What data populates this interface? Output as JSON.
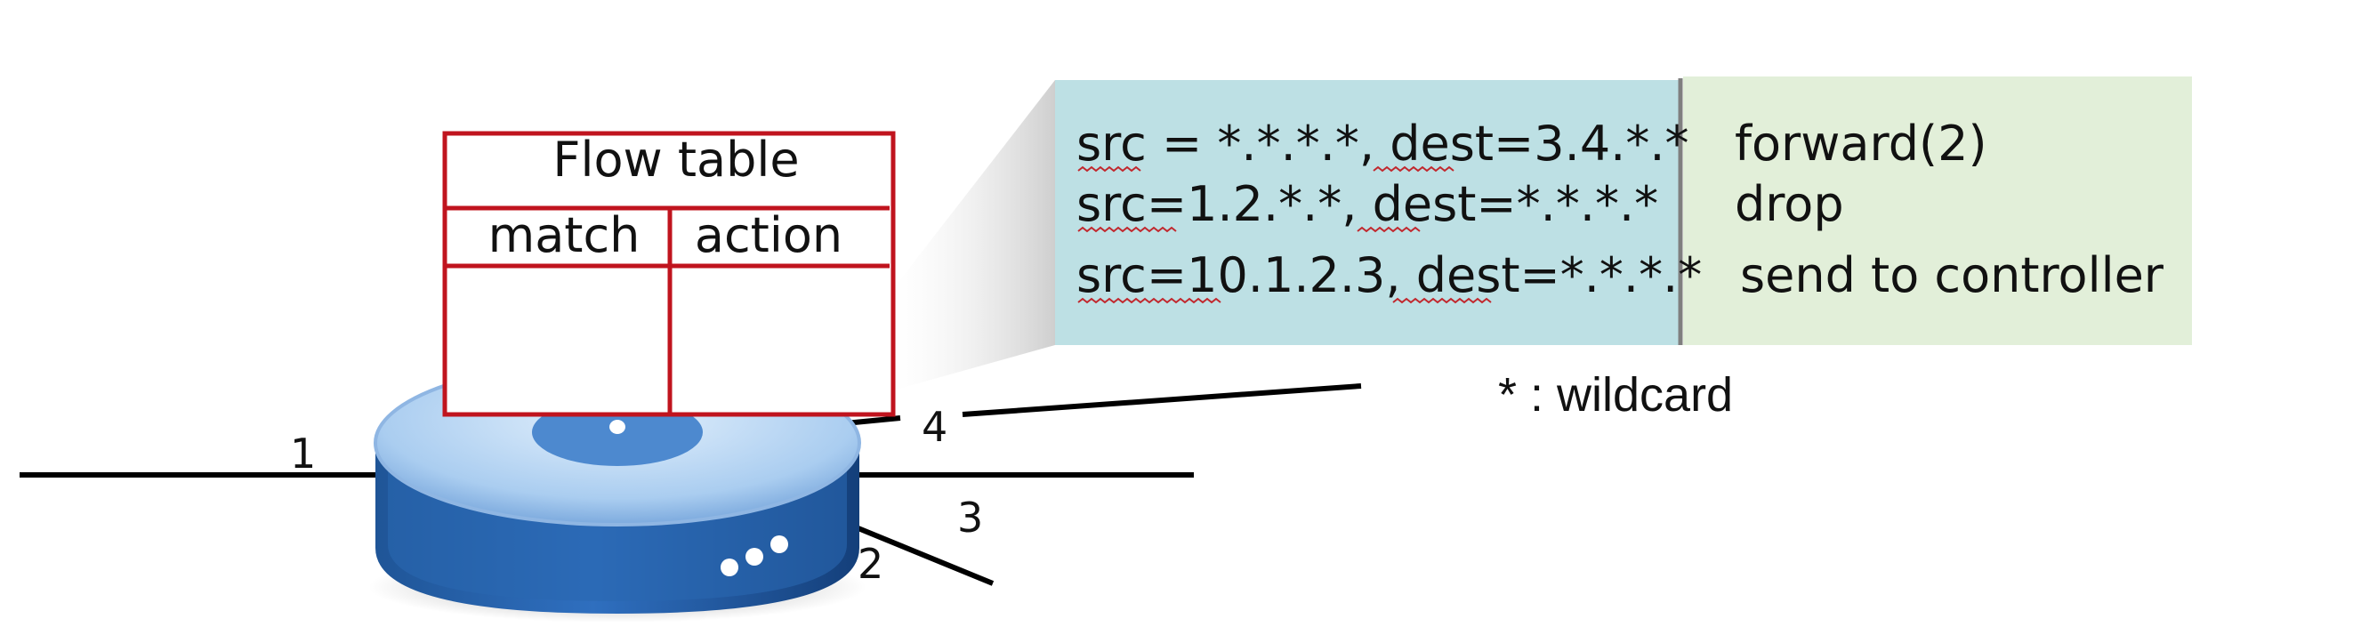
{
  "flow_table": {
    "title": "Flow table",
    "match_header": "match",
    "action_header": "action"
  },
  "rules": [
    {
      "match": "src = *.*.*.*, dest=3.4.*.*",
      "action": "forward(2)"
    },
    {
      "match": "src=1.2.*.*, dest=*.*.*.*",
      "action": "drop"
    },
    {
      "match": "src=10.1.2.3, dest=*.*.*.*",
      "action": "send to controller"
    }
  ],
  "note": "* : wildcard",
  "ports": {
    "p1": "1",
    "p2": "2",
    "p3": "3",
    "p4": "4"
  },
  "colors": {
    "table_border": "#c0141e",
    "match_panel": "#bde0e4",
    "action_panel": "#e2efd9",
    "divider": "#7f7f7f",
    "switch_body": "#2a67b0",
    "switch_top": "#a9cbee",
    "link": "#000000"
  }
}
